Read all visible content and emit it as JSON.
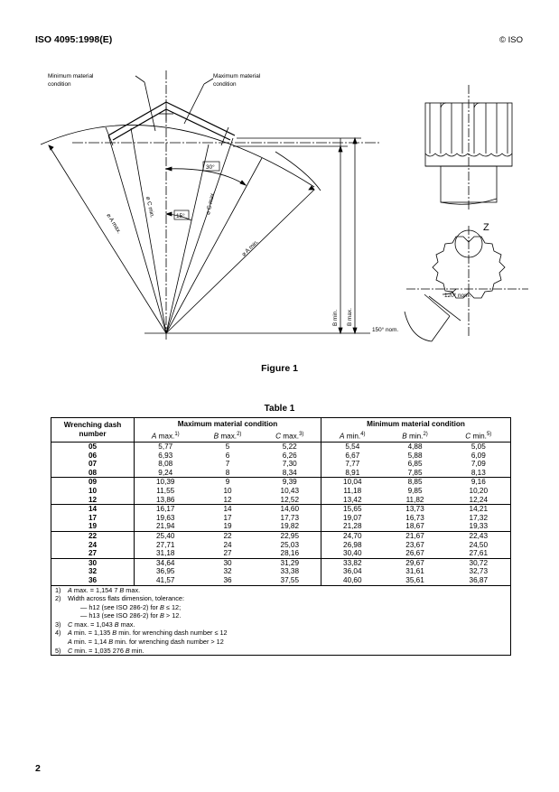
{
  "header": {
    "standard": "ISO 4095:1998(E)",
    "copyright": "© ISO"
  },
  "figure": {
    "caption": "Figure 1",
    "labels": {
      "min_condition": [
        "Minimum material",
        "condition"
      ],
      "max_condition": [
        "Maximum material",
        "condition"
      ],
      "angle_30": "30°",
      "angle_15": "15°",
      "c_max": "⌀ C max.",
      "c_min": "⌀ C min.",
      "a_max": "⌀ A max.",
      "a_min": "⌀ A min.",
      "b_min": "B min.",
      "b_max": "B max.",
      "view_z": "Z",
      "angle_120": "120° nom.",
      "angle_150": "150° nom."
    }
  },
  "table": {
    "caption": "Table 1",
    "head": {
      "first": [
        "Wrenching dash",
        "number"
      ],
      "group_max": "Maximum material condition",
      "group_min": "Minimum material condition",
      "cols": [
        {
          "sym": "A",
          "txt": " max.",
          "sup": "1)"
        },
        {
          "sym": "B",
          "txt": " max.",
          "sup": "2)"
        },
        {
          "sym": "C",
          "txt": " max.",
          "sup": "3)"
        },
        {
          "sym": "A",
          "txt": " min.",
          "sup": "4)"
        },
        {
          "sym": "B",
          "txt": " min.",
          "sup": "2)"
        },
        {
          "sym": "C",
          "txt": " min.",
          "sup": "5)"
        }
      ]
    },
    "groups": [
      [
        [
          "05",
          "5,77",
          "5",
          "5,22",
          "5,54",
          "4,88",
          "5,05"
        ],
        [
          "06",
          "6,93",
          "6",
          "6,26",
          "6,67",
          "5,88",
          "6,09"
        ],
        [
          "07",
          "8,08",
          "7",
          "7,30",
          "7,77",
          "6,85",
          "7,09"
        ],
        [
          "08",
          "9,24",
          "8",
          "8,34",
          "8,91",
          "7,85",
          "8,13"
        ]
      ],
      [
        [
          "09",
          "10,39",
          "9",
          "9,39",
          "10,04",
          "8,85",
          "9,16"
        ],
        [
          "10",
          "11,55",
          "10",
          "10,43",
          "11,18",
          "9,85",
          "10,20"
        ],
        [
          "12",
          "13,86",
          "12",
          "12,52",
          "13,42",
          "11,82",
          "12,24"
        ]
      ],
      [
        [
          "14",
          "16,17",
          "14",
          "14,60",
          "15,65",
          "13,73",
          "14,21"
        ],
        [
          "17",
          "19,63",
          "17",
          "17,73",
          "19,07",
          "16,73",
          "17,32"
        ],
        [
          "19",
          "21,94",
          "19",
          "19,82",
          "21,28",
          "18,67",
          "19,33"
        ]
      ],
      [
        [
          "22",
          "25,40",
          "22",
          "22,95",
          "24,70",
          "21,67",
          "22,43"
        ],
        [
          "24",
          "27,71",
          "24",
          "25,03",
          "26,98",
          "23,67",
          "24,50"
        ],
        [
          "27",
          "31,18",
          "27",
          "28,16",
          "30,40",
          "26,67",
          "27,61"
        ]
      ],
      [
        [
          "30",
          "34,64",
          "30",
          "31,29",
          "33,82",
          "29,67",
          "30,72"
        ],
        [
          "32",
          "36,95",
          "32",
          "33,38",
          "36,04",
          "31,61",
          "32,73"
        ],
        [
          "36",
          "41,57",
          "36",
          "37,55",
          "40,60",
          "35,61",
          "36,87"
        ]
      ]
    ],
    "notes": [
      {
        "n": "1)",
        "lines": [
          "A max. = 1,154 7 B max."
        ]
      },
      {
        "n": "2)",
        "lines": [
          "Width across flats dimension, tolerance:",
          "— h12 (see ISO 286-2) for B ≤ 12;",
          "— h13 (see ISO 286-2) for B > 12."
        ]
      },
      {
        "n": "3)",
        "lines": [
          "C max. = 1,043 B max."
        ]
      },
      {
        "n": "4)",
        "lines": [
          "A min. = 1,135 B min. for wrenching dash number ≤ 12",
          "A min. = 1,14 B min. for wrenching dash number > 12"
        ]
      },
      {
        "n": "5)",
        "lines": [
          "C min. = 1,035 276 B min."
        ]
      }
    ]
  },
  "footer": {
    "page_number": "2"
  }
}
